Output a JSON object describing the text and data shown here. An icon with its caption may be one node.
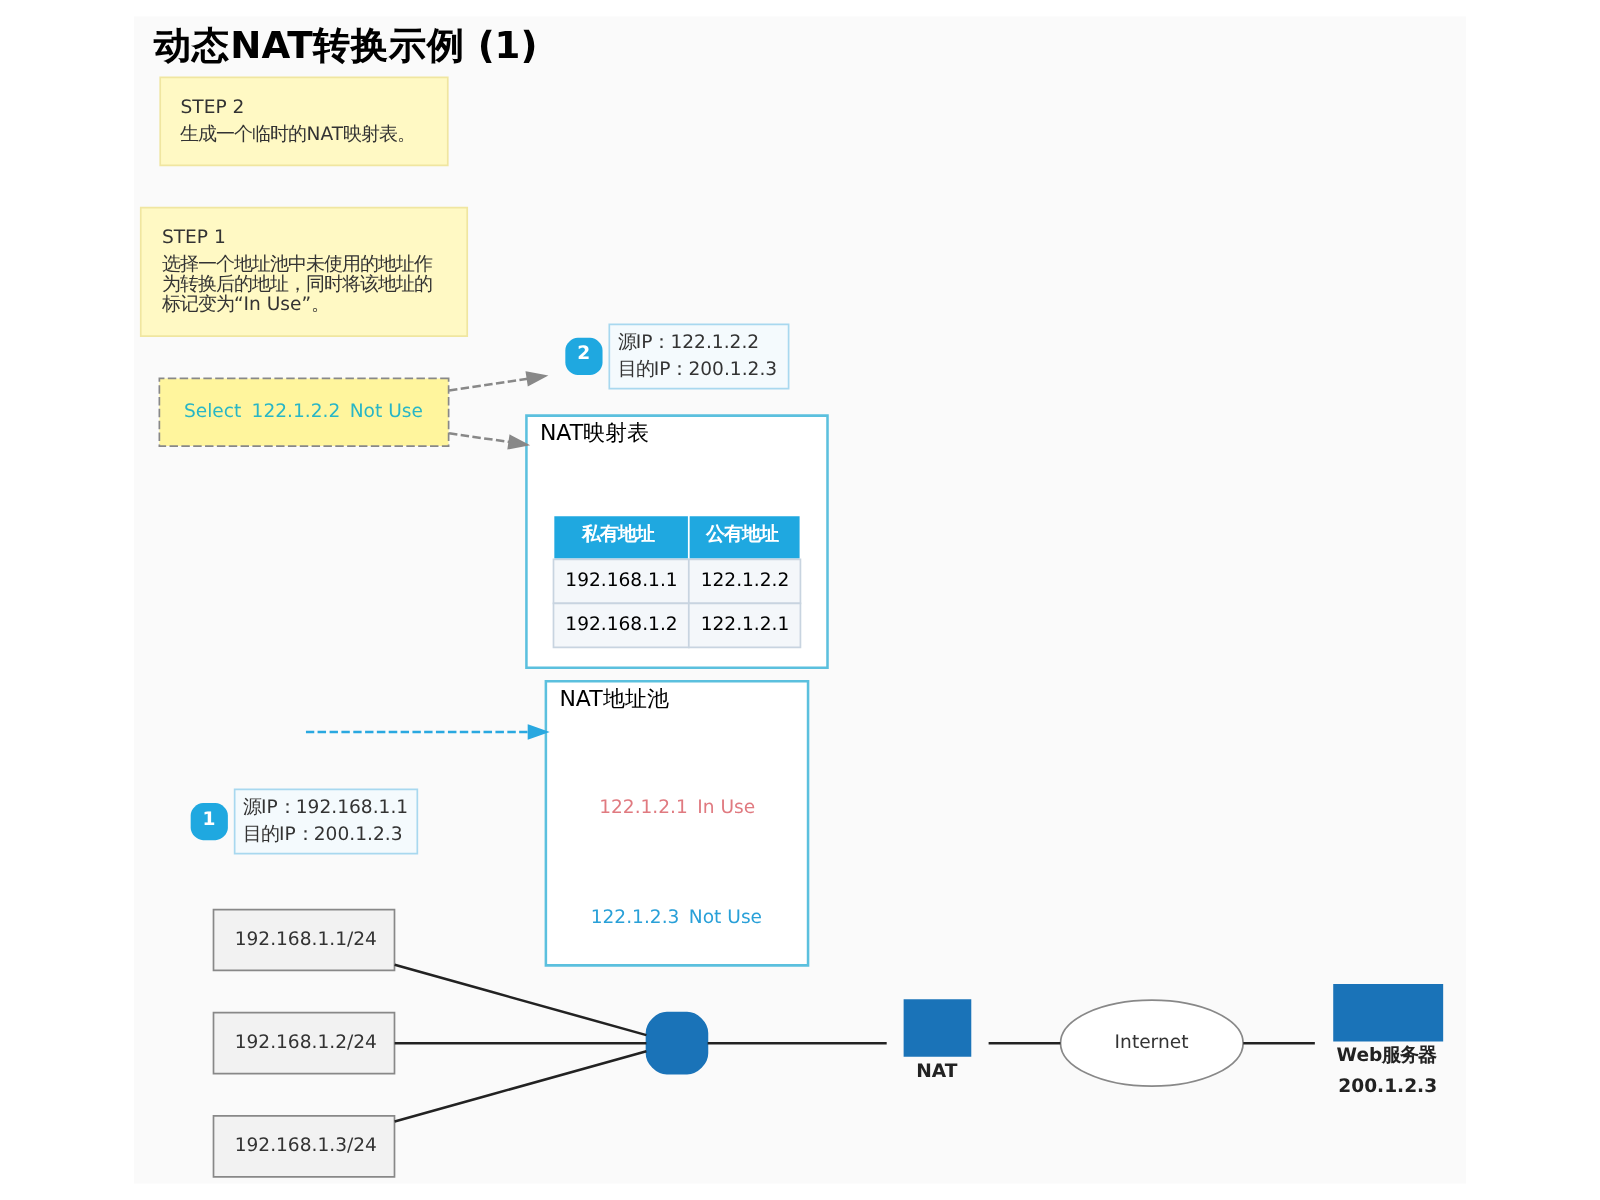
{
  "diagram": {
    "title": "动态NAT转换示例 (1)",
    "nodes": [
      {
        "text": [
          "192.168.1.1/24"
        ]
      },
      {
        "text": [
          "192.168.1.2/24"
        ]
      },
      {
        "text": [
          "192.168.1.3/24"
        ]
      },
      {
        "text": [],
        "shape": "box"
      },
      {
        "text": [
          "NAT"
        ]
      },
      {
        "text": [
          "Internet"
        ]
      },
      {
        "text": [
          "Web服务器",
          "200.1.2.3"
        ]
      },
      {
        "text": [
          "源IP：192.168.1.1",
          "目的IP：200.1.2.3"
        ],
        "beside": [
          "1"
        ]
      },
      {
        "text": [
          "NAT地址池"
        ]
      },
      {
        "text": [
          "122.1.2.1",
          "In Use"
        ],
        "in": 8
      },
      {
        "text": [
          "Select",
          "122.1.2.2",
          "Not Use"
        ]
      },
      {
        "text": [
          "122.1.2.3",
          "Not Use"
        ],
        "in": 8
      },
      {
        "text": [
          "STEP 1",
          "选择一个地址池中未使用的地址作为转换后的地址，同时将该地址的标记变为“In Use”。"
        ]
      },
      {
        "text": [
          "源IP：122.1.2.2",
          "目的IP：200.1.2.3"
        ],
        "beside": [
          "2"
        ]
      },
      {
        "text": [
          "STEP 2",
          "生成一个临时的NAT映射表。"
        ]
      },
      {
        "text": [
          "NAT映射表"
        ]
      }
    ],
    "edges": [
      {
        "from": 0,
        "to": 3,
        "arrow": "none"
      },
      {
        "from": 1,
        "to": 3,
        "arrow": "none"
      },
      {
        "from": 2,
        "to": 3,
        "arrow": "none"
      },
      {
        "from": 3,
        "to": 4,
        "arrow": "none"
      },
      {
        "from": 4,
        "to": 5,
        "arrow": "none"
      },
      {
        "from": 5,
        "to": 6,
        "arrow": "none"
      },
      {
        "from": null,
        "to": 8,
        "arrow": "to",
        "style": "dashed",
        "color": "#29a8e0"
      },
      {
        "from": 10,
        "to": 13,
        "arrow": "to",
        "style": "dashed",
        "color": "#888888"
      },
      {
        "from": 10,
        "to": 15,
        "arrow": "to",
        "style": "dashed",
        "color": "#888888"
      }
    ],
    "labels": [
      "私有地址",
      "公有地址",
      "192.168.1.1",
      "122.1.2.2",
      "192.168.1.2",
      "122.1.2.1"
    ]
  }
}
